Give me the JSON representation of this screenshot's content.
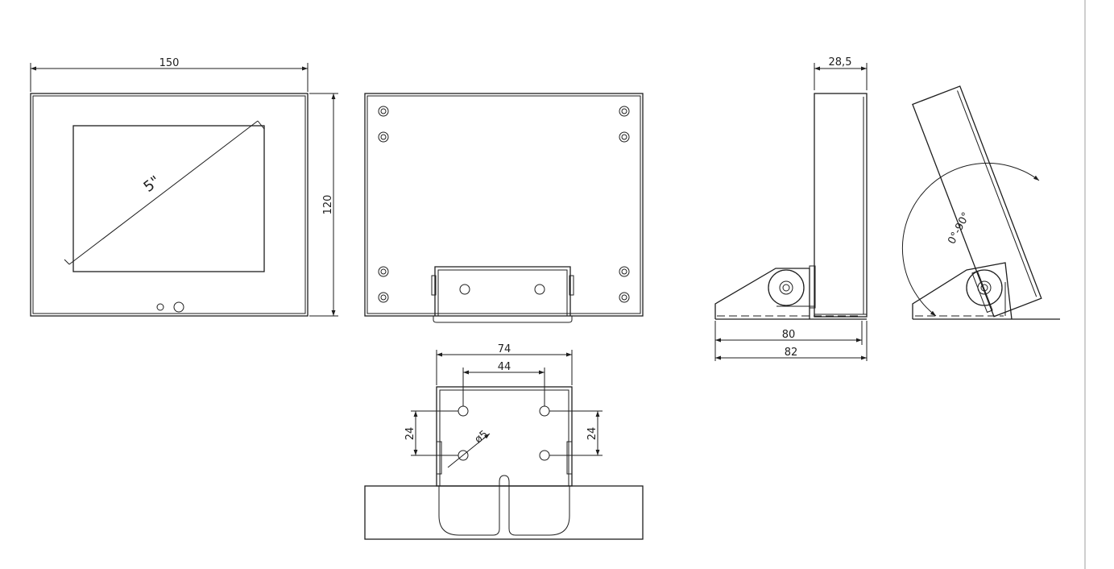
{
  "front_view": {
    "width_label": "150",
    "height_label": "120",
    "diagonal_label": "5\""
  },
  "side_view": {
    "depth_label": "28,5",
    "base_inner_label": "80",
    "base_outer_label": "82"
  },
  "tilt_view": {
    "angle_label": "0°-90°"
  },
  "bracket_view": {
    "outer_width_label": "74",
    "hole_spacing_label": "44",
    "left_vertical_label": "24",
    "right_vertical_label": "24",
    "hole_diameter_label": "ø5"
  },
  "colors": {
    "line": "#1e1e1e",
    "background": "#ffffff",
    "page_edge": "#cfcfcf"
  }
}
